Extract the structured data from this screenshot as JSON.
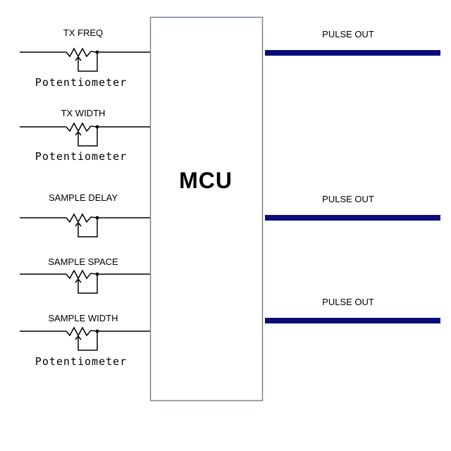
{
  "mcu": {
    "label": "MCU"
  },
  "inputs": [
    {
      "label": "TX FREQ",
      "sublabel": "Potentiometer"
    },
    {
      "label": "TX WIDTH",
      "sublabel": "Potentiometer"
    },
    {
      "label": "SAMPLE DELAY",
      "sublabel": ""
    },
    {
      "label": "SAMPLE SPACE",
      "sublabel": ""
    },
    {
      "label": "SAMPLE WIDTH",
      "sublabel": "Potentiometer"
    }
  ],
  "outputs": [
    {
      "label": "PULSE OUT"
    },
    {
      "label": "PULSE OUT"
    },
    {
      "label": "PULSE OUT"
    }
  ],
  "colors": {
    "pulse_bar": "#0c0c78",
    "box_border": "#7a8590",
    "wire": "#000000"
  }
}
